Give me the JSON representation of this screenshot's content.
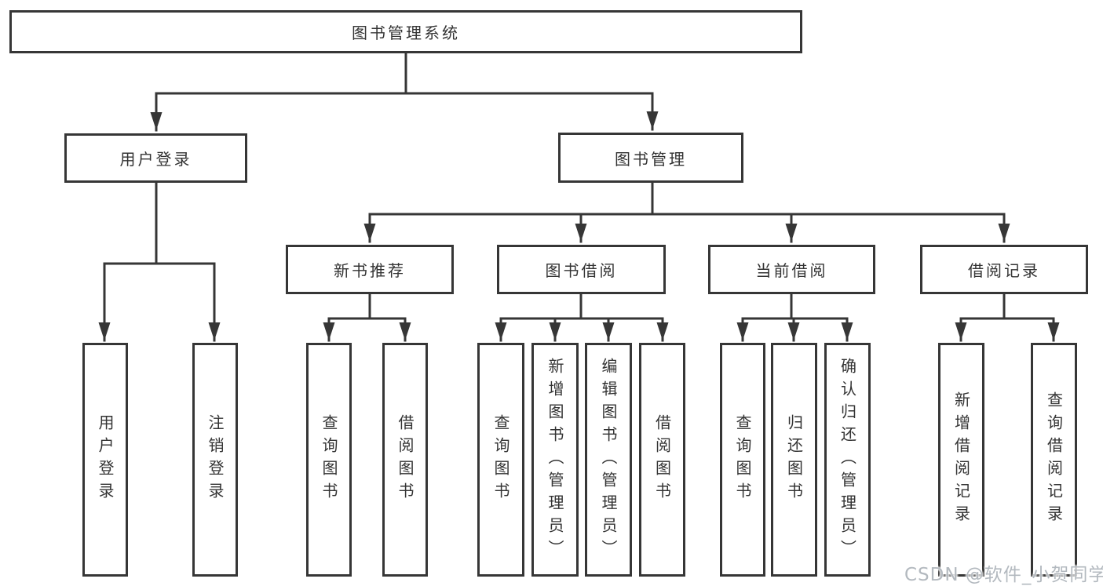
{
  "tree": {
    "label": "图书管理系统",
    "children": [
      {
        "label": "用户登录",
        "children": [
          {
            "label": "用户登录"
          },
          {
            "label": "注销登录"
          }
        ]
      },
      {
        "label": "图书管理",
        "children": [
          {
            "label": "新书推荐",
            "children": [
              {
                "label": "查询图书"
              },
              {
                "label": "借阅图书"
              }
            ]
          },
          {
            "label": "图书借阅",
            "children": [
              {
                "label": "查询图书"
              },
              {
                "label": "新增图书（管理员）"
              },
              {
                "label": "编辑图书（管理员）"
              },
              {
                "label": "借阅图书"
              }
            ]
          },
          {
            "label": "当前借阅",
            "children": [
              {
                "label": "查询图书"
              },
              {
                "label": "归还图书"
              },
              {
                "label": "确认归还（管理员）"
              }
            ]
          },
          {
            "label": "借阅记录",
            "children": [
              {
                "label": "新增借阅记录"
              },
              {
                "label": "查询借阅记录"
              }
            ]
          }
        ]
      }
    ]
  },
  "watermark": "CSDN @软件_小贺同学",
  "colors": {
    "line": "#363636",
    "text": "#333333",
    "watermark": "#b3b9bf",
    "background": "#ffffff"
  }
}
